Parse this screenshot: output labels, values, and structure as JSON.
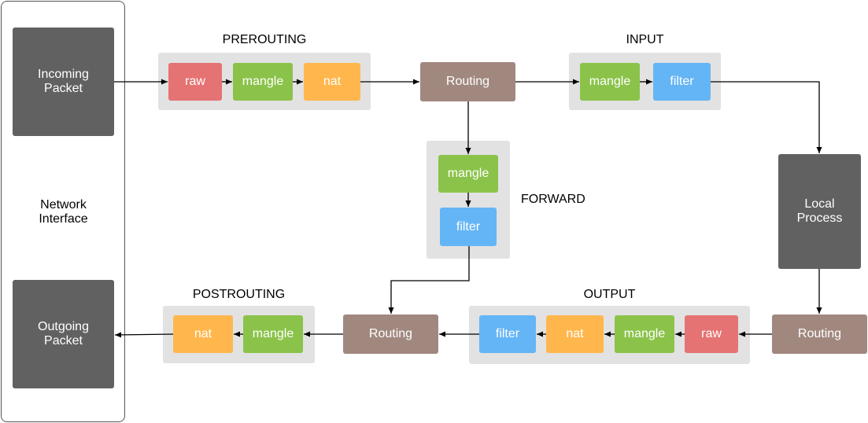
{
  "network_interface": {
    "label": "Network\nInterface",
    "incoming": "Incoming\nPacket",
    "outgoing": "Outgoing\nPacket"
  },
  "chains": {
    "prerouting": {
      "label": "PREROUTING",
      "tables": [
        "raw",
        "mangle",
        "nat"
      ]
    },
    "input": {
      "label": "INPUT",
      "tables": [
        "mangle",
        "filter"
      ]
    },
    "forward": {
      "label": "FORWARD",
      "tables": [
        "mangle",
        "filter"
      ]
    },
    "output": {
      "label": "OUTPUT",
      "tables": [
        "filter",
        "nat",
        "mangle",
        "raw"
      ]
    },
    "postrouting": {
      "label": "POSTROUTING",
      "tables": [
        "nat",
        "mangle"
      ]
    }
  },
  "routing": {
    "top": "Routing",
    "right": "Routing",
    "bottom": "Routing"
  },
  "local_process": "Local\nProcess",
  "colors": {
    "raw": "#e57373",
    "mangle": "#8bc34a",
    "nat": "#ffb74d",
    "filter": "#64b5f6",
    "routing": "#a1887f",
    "dark": "#616161",
    "group": "#e2e2e2"
  }
}
